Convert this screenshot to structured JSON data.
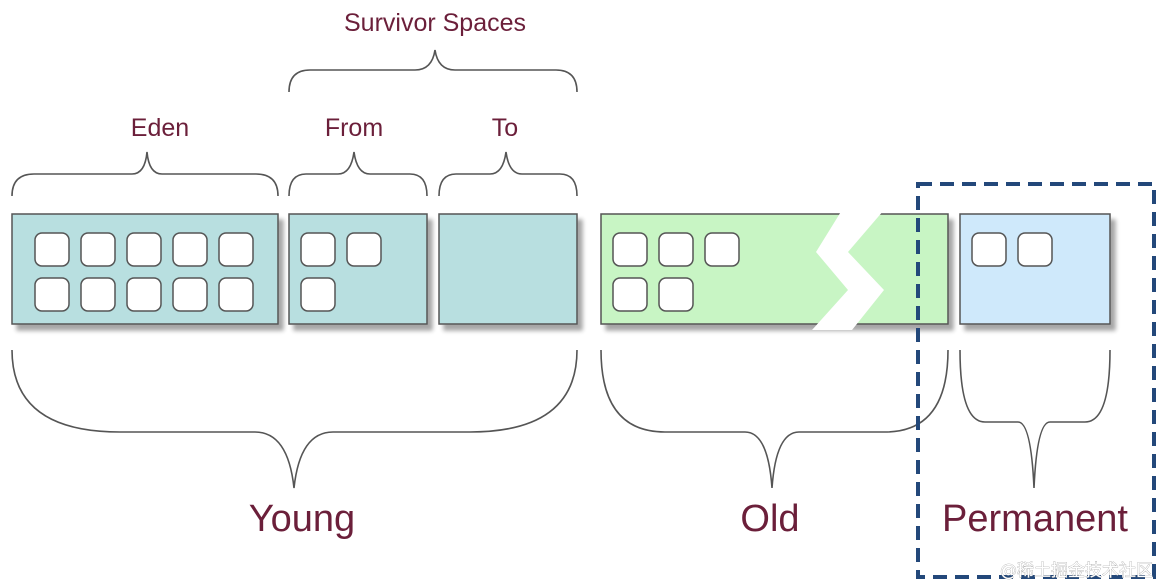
{
  "labels": {
    "survivor_spaces": "Survivor Spaces",
    "eden": "Eden",
    "from": "From",
    "to": "To",
    "young": "Young",
    "old": "Old",
    "permanent": "Permanent"
  },
  "watermark": "@稀土掘金技术社区",
  "colors": {
    "young_fill": "#b8dfe0",
    "old_fill": "#c8f5c4",
    "permanent_fill": "#cfe9fb",
    "label_text": "#6b1f3a",
    "highlight_border": "#23487a"
  }
}
